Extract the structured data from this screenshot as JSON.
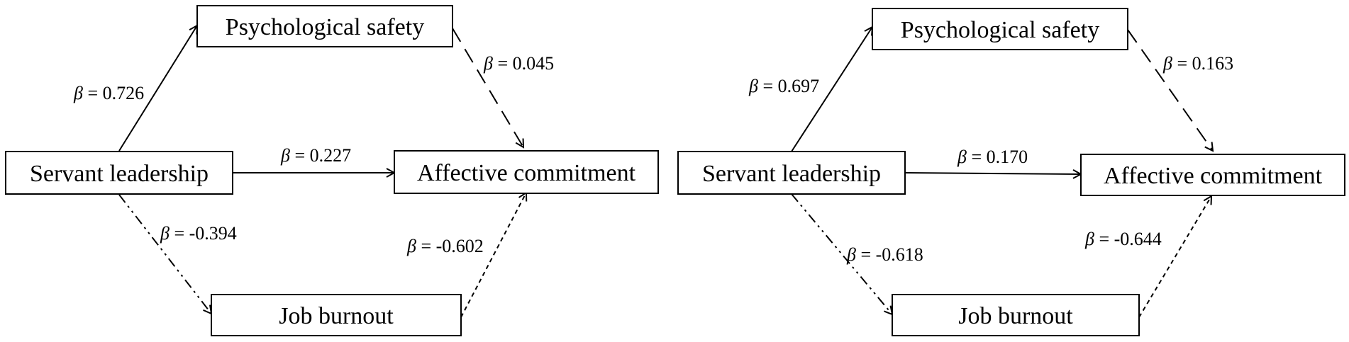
{
  "panels": [
    {
      "nodes": {
        "psych_safety": "Psychological safety",
        "servant_leadership": "Servant leadership",
        "affective_commitment": "Affective commitment",
        "job_burnout": "Job burnout"
      },
      "paths": {
        "sl_to_ps": "β = 0.726",
        "ps_to_ac": "β = 0.045",
        "sl_to_ac": "β = 0.227",
        "sl_to_jb": "β = -0.394",
        "jb_to_ac": "β = -0.602"
      }
    },
    {
      "nodes": {
        "psych_safety": "Psychological safety",
        "servant_leadership": "Servant leadership",
        "affective_commitment": "Affective commitment",
        "job_burnout": "Job burnout"
      },
      "paths": {
        "sl_to_ps": "β = 0.697",
        "ps_to_ac": "β = 0.163",
        "sl_to_ac": "β = 0.170",
        "sl_to_jb": "β = -0.618",
        "jb_to_ac": "β = -0.644"
      }
    }
  ]
}
